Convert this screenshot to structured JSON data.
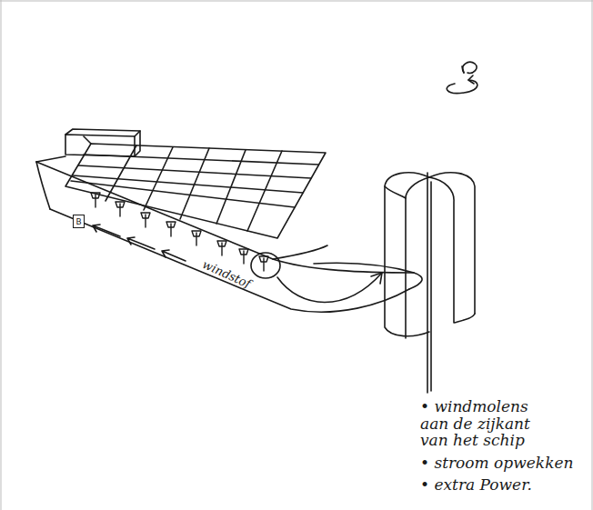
{
  "diagram": {
    "nodes": [
      {
        "text": [
          "B"
        ]
      }
    ],
    "labels": [
      "windstof",
      "• windmolens aan de zijkant van het schip",
      "• stroom opwekken",
      "• extra Power."
    ]
  }
}
